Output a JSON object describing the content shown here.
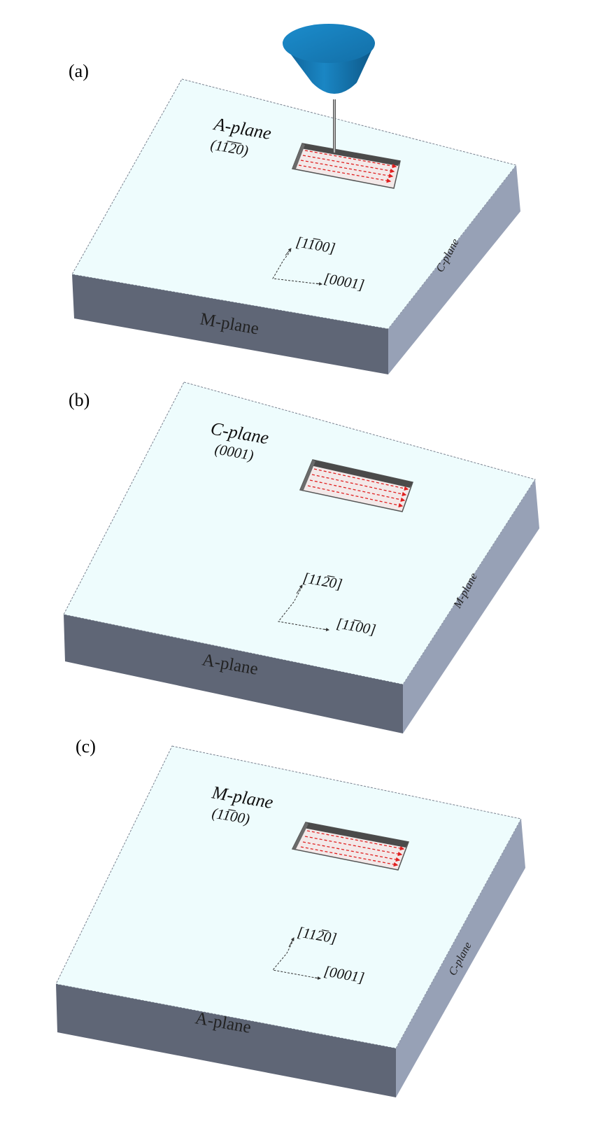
{
  "panels": [
    {
      "label": "(a)",
      "top_plane": "A-plane",
      "top_index": "(11̅2̅0)",
      "dir_up": "[11̅00]",
      "dir_right": "[0001]",
      "front_plane": "M-plane",
      "side_plane": "C-plane",
      "has_tool": true
    },
    {
      "label": "(b)",
      "top_plane": "C-plane",
      "top_index": "(0001)",
      "dir_up": "[112̅0]",
      "dir_right": "[11̅00]",
      "front_plane": "A-plane",
      "side_plane": "M-plane",
      "has_tool": false
    },
    {
      "label": "(c)",
      "top_plane": "M-plane",
      "top_index": "(11̅00)",
      "dir_up": "[112̅0]",
      "dir_right": "[0001]",
      "front_plane": "A-plane",
      "side_plane": "C-plane",
      "has_tool": false
    }
  ],
  "colors": {
    "top_face": "#eefcfd",
    "front_face": "#5f6676",
    "side_face": "#97a1b6",
    "tool": "#1778b3",
    "groove_path": "#e02020"
  }
}
